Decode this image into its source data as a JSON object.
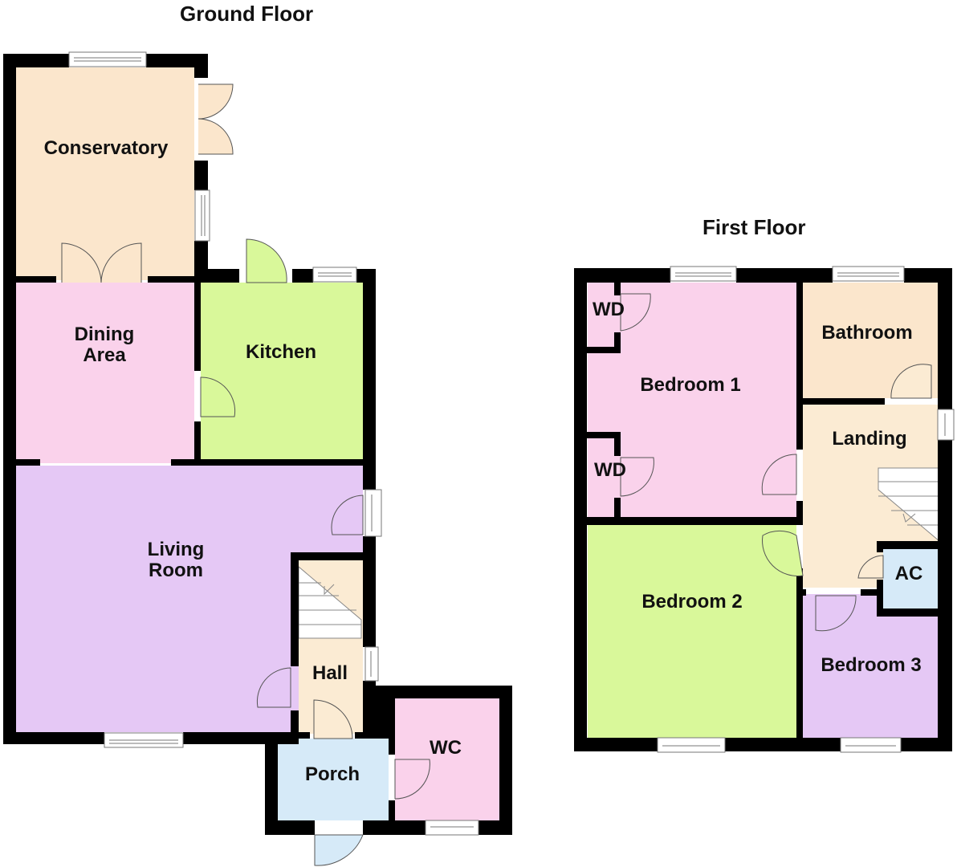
{
  "floors": [
    {
      "title": "Ground Floor"
    },
    {
      "title": "First Floor"
    }
  ],
  "colors": {
    "wall": "#000000",
    "conservatory": "#FBE6CC",
    "dining": "#FAD2EB",
    "kitchen": "#D9F89A",
    "living": "#E5C8F5",
    "hall": "#FBEBD3",
    "porch": "#D6EAF8",
    "wc": "#FAD2EB",
    "bedroom1": "#FAD2EB",
    "bathroom": "#FBE6CC",
    "landing": "#FBEBD3",
    "bedroom2": "#D9F89A",
    "bedroom3": "#E5C8F5",
    "ac": "#D6EAF8"
  },
  "ground_floor": {
    "rooms": {
      "conservatory": "Conservatory",
      "dining_line1": "Dining",
      "dining_line2": "Area",
      "kitchen": "Kitchen",
      "living_line1": "Living",
      "living_line2": "Room",
      "hall": "Hall",
      "porch": "Porch",
      "wc": "WC"
    }
  },
  "first_floor": {
    "rooms": {
      "wd_top": "WD",
      "wd_bottom": "WD",
      "bedroom1": "Bedroom 1",
      "bathroom": "Bathroom",
      "landing": "Landing",
      "bedroom2": "Bedroom 2",
      "bedroom3": "Bedroom 3",
      "ac": "AC"
    }
  }
}
